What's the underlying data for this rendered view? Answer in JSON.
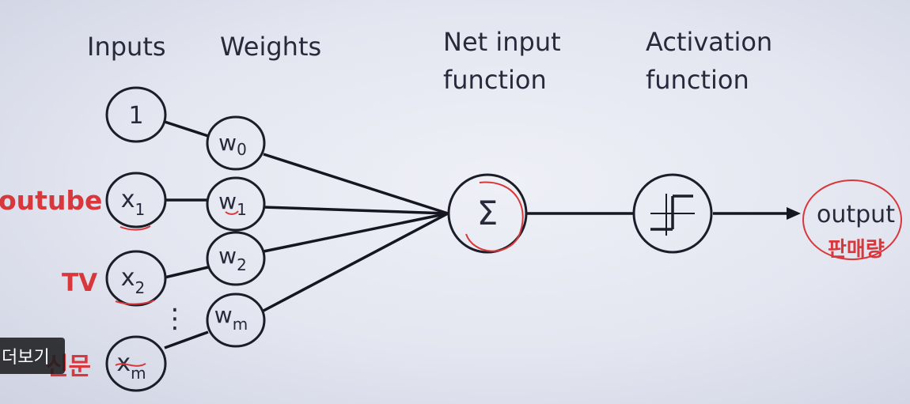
{
  "headers": {
    "inputs": "Inputs",
    "weights": "Weights",
    "net_input_line1": "Net input",
    "net_input_line2": "function",
    "activation_line1": "Activation",
    "activation_line2": "function"
  },
  "inputs": [
    {
      "base": "1",
      "sub": ""
    },
    {
      "base": "x",
      "sub": "1"
    },
    {
      "base": "x",
      "sub": "2"
    },
    {
      "base": "x",
      "sub": "m"
    }
  ],
  "weights": [
    {
      "base": "w",
      "sub": "0"
    },
    {
      "base": "w",
      "sub": "1"
    },
    {
      "base": "w",
      "sub": "2"
    },
    {
      "base": "w",
      "sub": "m"
    }
  ],
  "ellipsis": "⋮",
  "sum_symbol": "Σ",
  "output_label": "output",
  "annotations": {
    "youtube": "outube",
    "tv": "TV",
    "newspaper": "신문",
    "sales": "판매량"
  },
  "more_button": "더보기",
  "colors": {
    "annotation": "#d8383c",
    "ink": "#1b1d28"
  }
}
